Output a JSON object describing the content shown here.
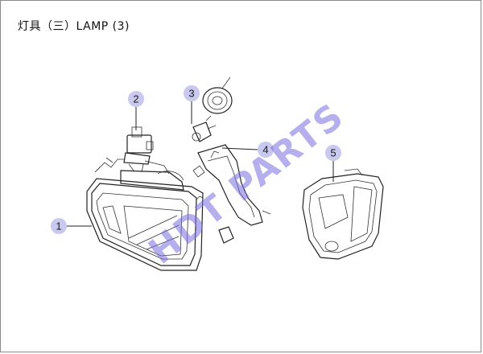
{
  "title": "灯具（三）LAMP (3)",
  "watermark": "HDT PARTS",
  "callouts": [
    "1",
    "2",
    "3",
    "4",
    "5"
  ],
  "colors": {
    "callout_fill": "#c9c8ee",
    "watermark": "#7a6fe0",
    "line": "#222222"
  }
}
